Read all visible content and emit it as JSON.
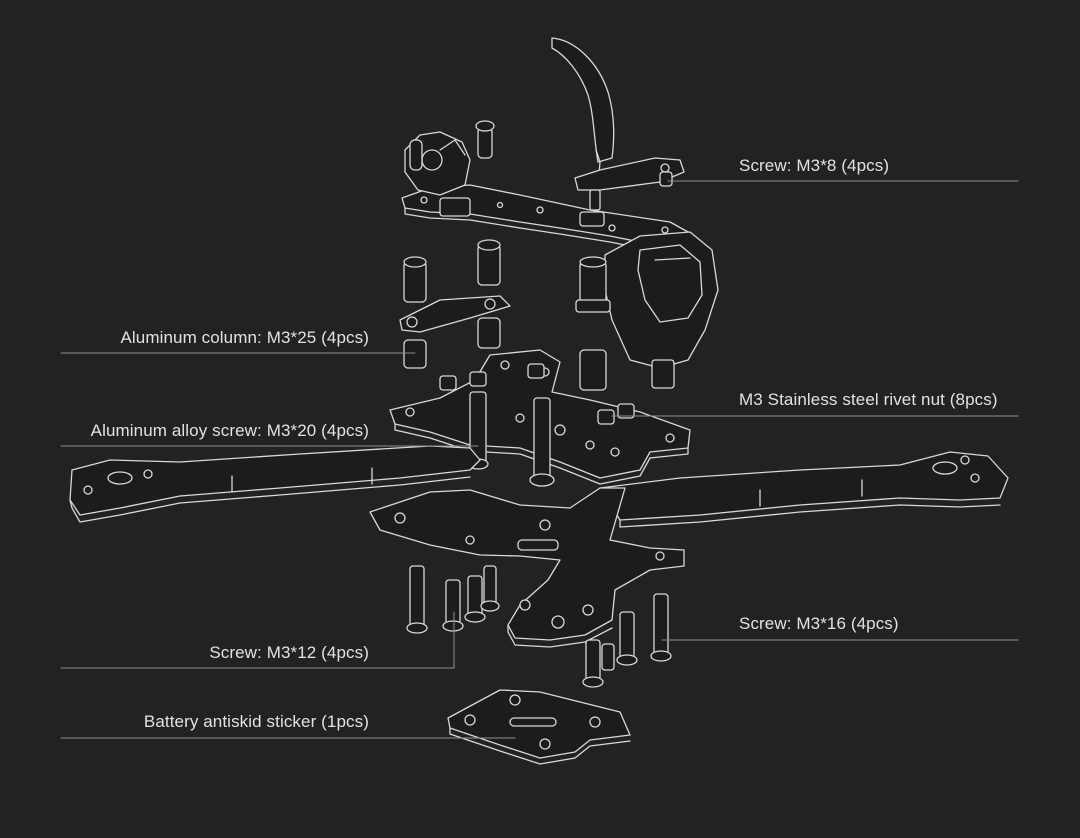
{
  "diagram": {
    "colors": {
      "background": "#222224",
      "line": "#d8d8d8",
      "part_fill": "#1c1c1e",
      "text": "#e2e2e2"
    },
    "callouts": [
      {
        "id": "screw-m3-8",
        "text": "Screw: M3*8 (4pcs)"
      },
      {
        "id": "aluminum-column",
        "text": "Aluminum column: M3*25 (4pcs)"
      },
      {
        "id": "rivet-nut",
        "text": "M3 Stainless steel rivet nut (8pcs)"
      },
      {
        "id": "alloy-screw",
        "text": "Aluminum alloy screw: M3*20 (4pcs)"
      },
      {
        "id": "screw-m3-16",
        "text": "Screw: M3*16 (4pcs)"
      },
      {
        "id": "screw-m3-12",
        "text": "Screw: M3*12 (4pcs)"
      },
      {
        "id": "antiskid-sticker",
        "text": "Battery antiskid sticker (1pcs)"
      }
    ]
  }
}
